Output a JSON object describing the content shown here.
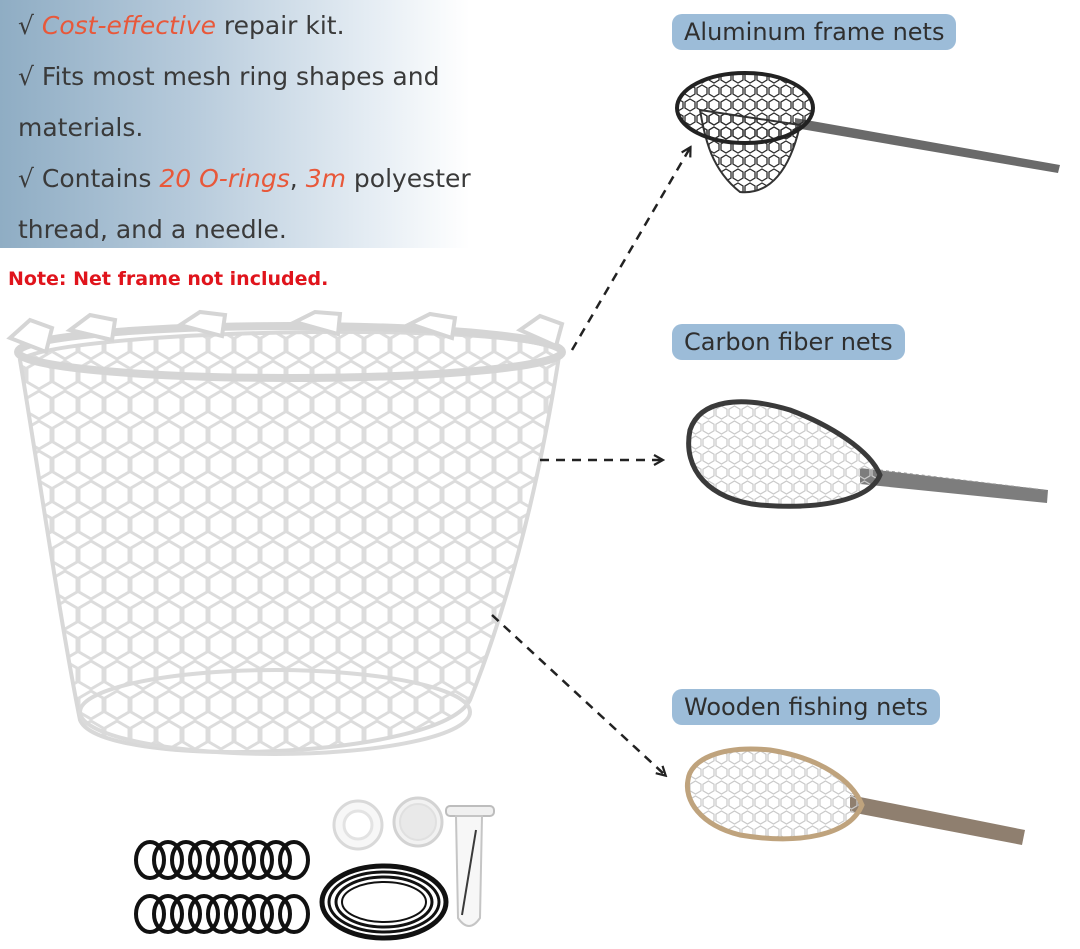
{
  "features": {
    "line1": {
      "check": "√ ",
      "highlight": "Cost-effective",
      "rest": " repair kit."
    },
    "line2": "√ Fits most mesh ring shapes and",
    "line3": "materials.",
    "line4": {
      "check": "√ Contains ",
      "hl1": "20 O-rings",
      "mid": ", ",
      "hl2": "3m",
      "rest": " polyester"
    },
    "line5": "thread, and a needle."
  },
  "note": "Note: Net frame not included.",
  "labels": {
    "aluminum": "Aluminum frame nets",
    "carbon": "Carbon fiber nets",
    "wooden": "Wooden fishing nets"
  },
  "colors": {
    "highlight": "#e8583a",
    "note": "#e0141c",
    "pill": "#9cbcd8"
  }
}
